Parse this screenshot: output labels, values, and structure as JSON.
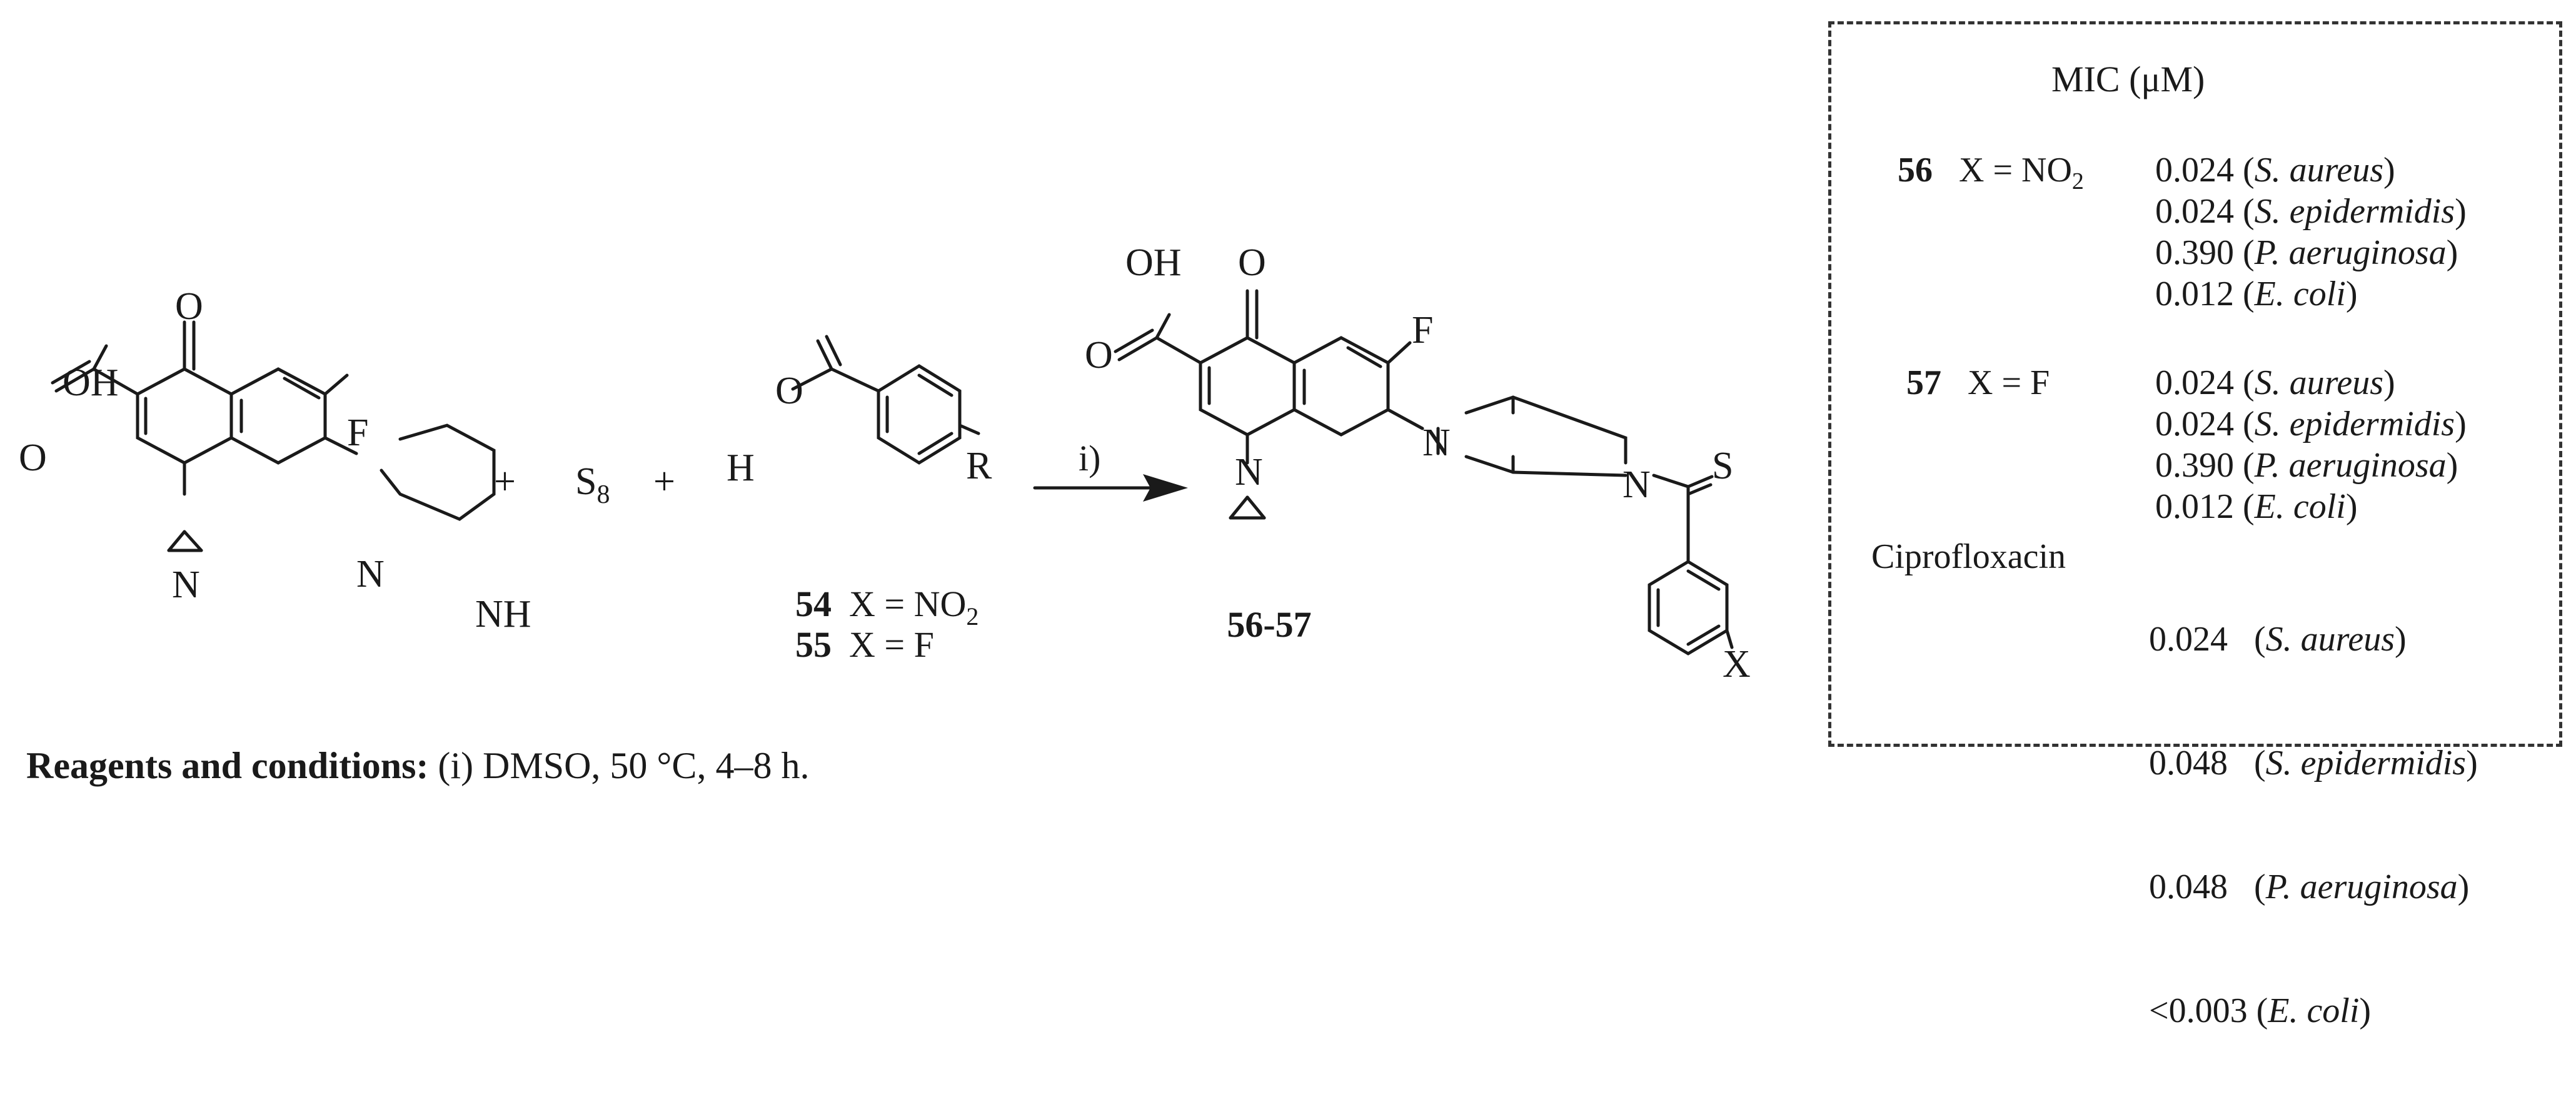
{
  "reactant": {
    "oh_label": "OH",
    "keto_o_label": "O",
    "acid_o_label": "O",
    "f_label": "F",
    "n1_label": "N",
    "n_pip_label": "N",
    "nh_label": "NH"
  },
  "plus1": "+",
  "sulfur": {
    "symbol": "S",
    "subscript": "8"
  },
  "plus2": "+",
  "aldehyde": {
    "o_label": "O",
    "h_label": "H",
    "r_label": "R",
    "entries": [
      {
        "number": "54",
        "text": "X =  NO",
        "sub": "2"
      },
      {
        "number": "55",
        "text": "X =  F",
        "sub": ""
      }
    ]
  },
  "arrow_label": "i)",
  "product": {
    "oh_label": "OH",
    "keto_o_label": "O",
    "acid_o_label": "O",
    "f_label": "F",
    "n1_label": "N",
    "n_pip1_label": "N",
    "n_pip2_label": "N",
    "s_label": "S",
    "x_label": "X",
    "compound_label": "56-57"
  },
  "mic": {
    "title": "MIC (μM)",
    "c56": {
      "number": "56",
      "label": "X =  NO",
      "sub": "2",
      "values": [
        {
          "value": "0.024 (",
          "org": "S. aureus",
          "close": ")"
        },
        {
          "value": "0.024 (",
          "org": "S. epidermidis",
          "close": ")"
        },
        {
          "value": "0.390 (",
          "org": "P. aeruginosa",
          "close": ")"
        },
        {
          "value": "0.012 (",
          "org": "E. coli",
          "close": ")"
        }
      ]
    },
    "c57": {
      "number": "57",
      "label": "X =  F",
      "values": [
        {
          "value": "0.024 (",
          "org": "S. aureus",
          "close": ")"
        },
        {
          "value": "0.024 (",
          "org": "S. epidermidis",
          "close": ")"
        },
        {
          "value": "0.390 (",
          "org": "P. aeruginosa",
          "close": ")"
        },
        {
          "value": "0.012 (",
          "org": "E. coli",
          "close": ")"
        }
      ]
    },
    "cipro": {
      "label": "Ciprofloxacin",
      "values": [
        {
          "value": "0.024   (",
          "org": "S. aureus",
          "close": ")"
        },
        {
          "value": "0.048   (",
          "org": "S. epidermidis",
          "close": ")"
        },
        {
          "value": "0.048   (",
          "org": "P. aeruginosa",
          "close": ")"
        },
        {
          "value": "<0.003 (",
          "org": "E. coli",
          "close": ")"
        }
      ]
    }
  },
  "footer": {
    "bold": "Reagents and conditions:",
    "text": " (i) DMSO, 50 °C, 4–8 h."
  }
}
